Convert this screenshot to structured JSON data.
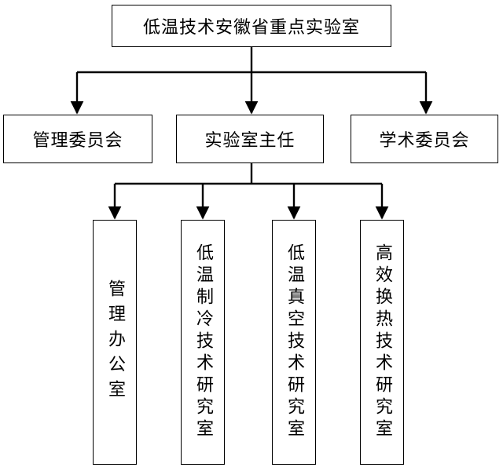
{
  "diagram": {
    "root": "低温技术安徽省重点实验室",
    "level1": [
      "管理委员会",
      "实验室主任",
      "学术委员会"
    ],
    "level2": [
      "管理办公室",
      "低温制冷技术研究室",
      "低温真空技术研究室",
      "高效换热技术研究室"
    ]
  }
}
